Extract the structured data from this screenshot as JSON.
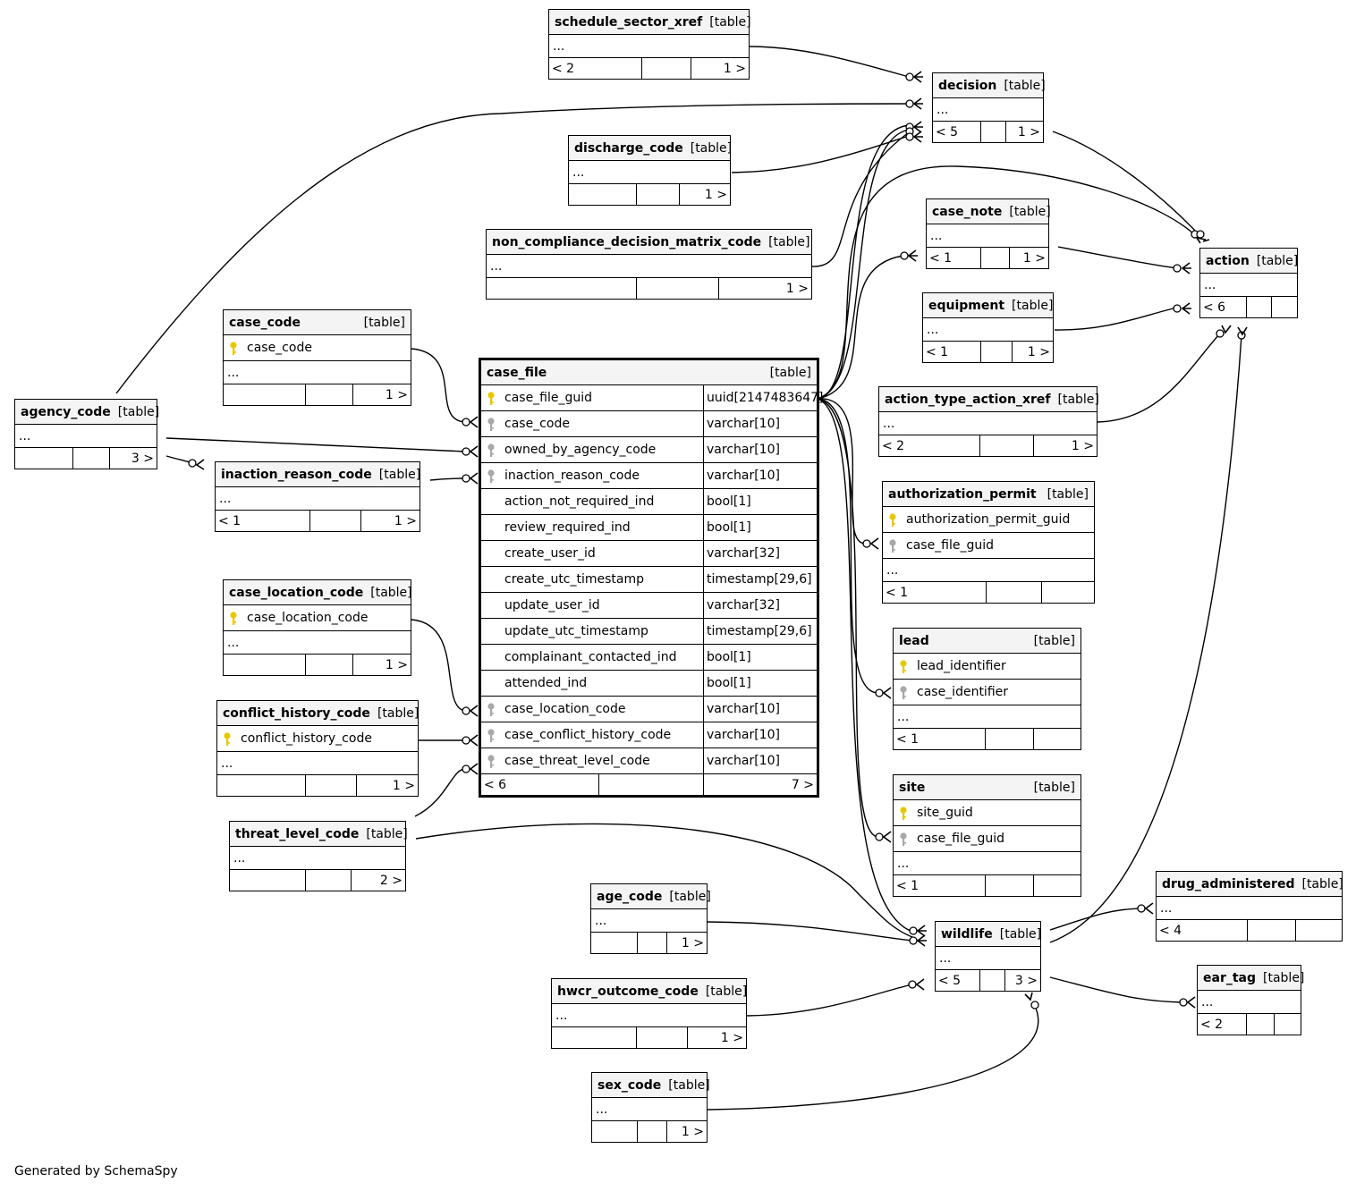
{
  "footer": "Generated by SchemaSpy",
  "colors": {
    "primary_key": "#e6c800",
    "foreign_key": "#a8a8a8",
    "header_bg": "#f4f4f4"
  },
  "tables": {
    "schedule_sector_xref": {
      "name": "schedule_sector_xref",
      "tag": "[table]",
      "ellipsis": "...",
      "footer": [
        "< 2",
        "",
        "1 >"
      ]
    },
    "decision": {
      "name": "decision",
      "tag": "[table]",
      "ellipsis": "...",
      "footer": [
        "< 5",
        "",
        "1 >"
      ]
    },
    "discharge_code": {
      "name": "discharge_code",
      "tag": "[table]",
      "ellipsis": "...",
      "footer": [
        "",
        "",
        "1 >"
      ]
    },
    "case_note": {
      "name": "case_note",
      "tag": "[table]",
      "ellipsis": "...",
      "footer": [
        "< 1",
        "",
        "1 >"
      ]
    },
    "action": {
      "name": "action",
      "tag": "[table]",
      "ellipsis": "...",
      "footer": [
        "< 6",
        "",
        ""
      ]
    },
    "non_compliance_decision_matrix_code": {
      "name": "non_compliance_decision_matrix_code",
      "tag": "[table]",
      "ellipsis": "...",
      "footer": [
        "",
        "",
        "1 >"
      ]
    },
    "equipment": {
      "name": "equipment",
      "tag": "[table]",
      "ellipsis": "...",
      "footer": [
        "< 1",
        "",
        "1 >"
      ]
    },
    "case_code": {
      "name": "case_code",
      "tag": "[table]",
      "columns": [
        "case_code"
      ],
      "ellipsis": "...",
      "footer": [
        "",
        "",
        "1 >"
      ]
    },
    "case_file": {
      "name": "case_file",
      "tag": "[table]",
      "columns": [
        {
          "name": "case_file_guid",
          "type": "uuid[2147483647]",
          "key": "pk"
        },
        {
          "name": "case_code",
          "type": "varchar[10]",
          "key": "fk"
        },
        {
          "name": "owned_by_agency_code",
          "type": "varchar[10]",
          "key": "fk"
        },
        {
          "name": "inaction_reason_code",
          "type": "varchar[10]",
          "key": "fk"
        },
        {
          "name": "action_not_required_ind",
          "type": "bool[1]",
          "key": ""
        },
        {
          "name": "review_required_ind",
          "type": "bool[1]",
          "key": ""
        },
        {
          "name": "create_user_id",
          "type": "varchar[32]",
          "key": ""
        },
        {
          "name": "create_utc_timestamp",
          "type": "timestamp[29,6]",
          "key": ""
        },
        {
          "name": "update_user_id",
          "type": "varchar[32]",
          "key": ""
        },
        {
          "name": "update_utc_timestamp",
          "type": "timestamp[29,6]",
          "key": ""
        },
        {
          "name": "complainant_contacted_ind",
          "type": "bool[1]",
          "key": ""
        },
        {
          "name": "attended_ind",
          "type": "bool[1]",
          "key": ""
        },
        {
          "name": "case_location_code",
          "type": "varchar[10]",
          "key": "fk"
        },
        {
          "name": "case_conflict_history_code",
          "type": "varchar[10]",
          "key": "fk"
        },
        {
          "name": "case_threat_level_code",
          "type": "varchar[10]",
          "key": "fk"
        }
      ],
      "footer": [
        "< 6",
        "",
        "7 >"
      ]
    },
    "agency_code": {
      "name": "agency_code",
      "tag": "[table]",
      "ellipsis": "...",
      "footer": [
        "",
        "",
        "3 >"
      ]
    },
    "inaction_reason_code": {
      "name": "inaction_reason_code",
      "tag": "[table]",
      "ellipsis": "...",
      "footer": [
        "< 1",
        "",
        "1 >"
      ]
    },
    "action_type_action_xref": {
      "name": "action_type_action_xref",
      "tag": "[table]",
      "ellipsis": "...",
      "footer": [
        "< 2",
        "",
        "1 >"
      ]
    },
    "authorization_permit": {
      "name": "authorization_permit",
      "tag": "[table]",
      "columns": [
        "authorization_permit_guid",
        "case_file_guid"
      ],
      "ellipsis": "...",
      "footer": [
        "< 1",
        "",
        ""
      ]
    },
    "case_location_code": {
      "name": "case_location_code",
      "tag": "[table]",
      "columns": [
        "case_location_code"
      ],
      "ellipsis": "...",
      "footer": [
        "",
        "",
        "1 >"
      ]
    },
    "lead": {
      "name": "lead",
      "tag": "[table]",
      "columns": [
        "lead_identifier",
        "case_identifier"
      ],
      "ellipsis": "...",
      "footer": [
        "< 1",
        "",
        ""
      ]
    },
    "conflict_history_code": {
      "name": "conflict_history_code",
      "tag": "[table]",
      "columns": [
        "conflict_history_code"
      ],
      "ellipsis": "...",
      "footer": [
        "",
        "",
        "1 >"
      ]
    },
    "threat_level_code": {
      "name": "threat_level_code",
      "tag": "[table]",
      "ellipsis": "...",
      "footer": [
        "",
        "",
        "2 >"
      ]
    },
    "site": {
      "name": "site",
      "tag": "[table]",
      "columns": [
        "site_guid",
        "case_file_guid"
      ],
      "ellipsis": "...",
      "footer": [
        "< 1",
        "",
        ""
      ]
    },
    "age_code": {
      "name": "age_code",
      "tag": "[table]",
      "ellipsis": "...",
      "footer": [
        "",
        "",
        "1 >"
      ]
    },
    "drug_administered": {
      "name": "drug_administered",
      "tag": "[table]",
      "ellipsis": "...",
      "footer": [
        "< 4",
        "",
        ""
      ]
    },
    "wildlife": {
      "name": "wildlife",
      "tag": "[table]",
      "ellipsis": "...",
      "footer": [
        "< 5",
        "",
        "3 >"
      ]
    },
    "hwcr_outcome_code": {
      "name": "hwcr_outcome_code",
      "tag": "[table]",
      "ellipsis": "...",
      "footer": [
        "",
        "",
        "1 >"
      ]
    },
    "ear_tag": {
      "name": "ear_tag",
      "tag": "[table]",
      "ellipsis": "...",
      "footer": [
        "< 2",
        "",
        ""
      ]
    },
    "sex_code": {
      "name": "sex_code",
      "tag": "[table]",
      "ellipsis": "...",
      "footer": [
        "",
        "",
        "1 >"
      ]
    }
  }
}
